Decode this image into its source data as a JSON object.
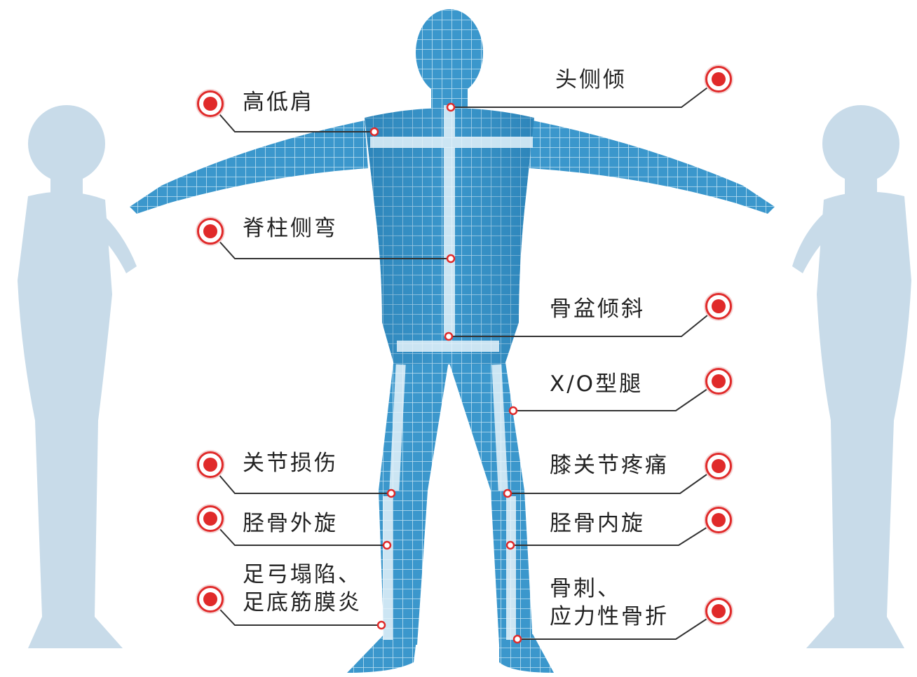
{
  "colors": {
    "accent": "#e02a2a",
    "body_mesh": "#2d8fc7",
    "body_light": "#7fbfe2",
    "silhouette": "#c8dbe9",
    "guide_line": "#333333",
    "text": "#222222"
  },
  "callouts": [
    {
      "id": "high-low-shoulder",
      "lines": [
        "高低肩"
      ],
      "side": "left"
    },
    {
      "id": "head-tilt",
      "lines": [
        "头侧倾"
      ],
      "side": "right"
    },
    {
      "id": "scoliosis",
      "lines": [
        "脊柱侧弯"
      ],
      "side": "left"
    },
    {
      "id": "pelvic-tilt",
      "lines": [
        "骨盆倾斜"
      ],
      "side": "right"
    },
    {
      "id": "xo-legs",
      "lines": [
        "X/O型腿"
      ],
      "side": "right"
    },
    {
      "id": "joint-injury",
      "lines": [
        "关节损伤"
      ],
      "side": "left"
    },
    {
      "id": "knee-pain",
      "lines": [
        "膝关节疼痛"
      ],
      "side": "right"
    },
    {
      "id": "tibia-external-rotation",
      "lines": [
        "胫骨外旋"
      ],
      "side": "left"
    },
    {
      "id": "tibia-internal-rotation",
      "lines": [
        "胫骨内旋"
      ],
      "side": "right"
    },
    {
      "id": "flat-foot-fasciitis",
      "lines": [
        "足弓塌陷、",
        "足底筋膜炎"
      ],
      "side": "left"
    },
    {
      "id": "bone-spur-fracture",
      "lines": [
        "骨刺、",
        "应力性骨折"
      ],
      "side": "right"
    }
  ]
}
